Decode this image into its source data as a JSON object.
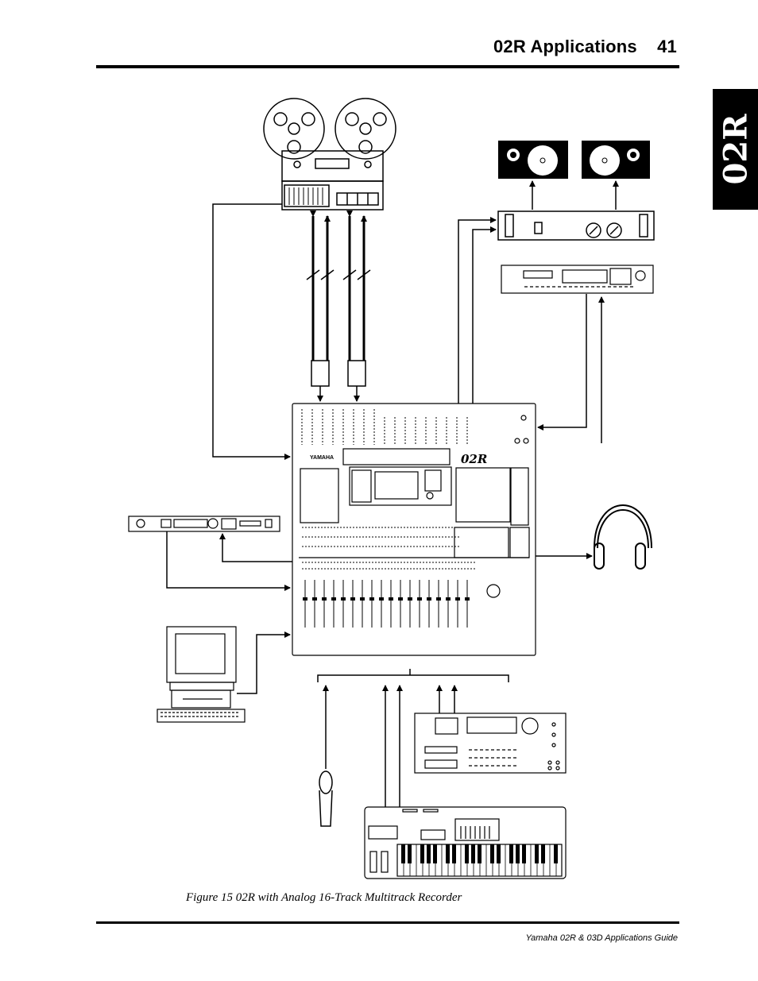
{
  "header": {
    "title": "02R Applications    41"
  },
  "side_tab": {
    "label": "02R"
  },
  "figure": {
    "console_brand": "YAMAHA",
    "console_logo": "02R",
    "caption": "Figure 15  02R with Analog 16-Track Multitrack Recorder"
  },
  "footer": {
    "text": "Yamaha 02R & 03D Applications Guide"
  }
}
